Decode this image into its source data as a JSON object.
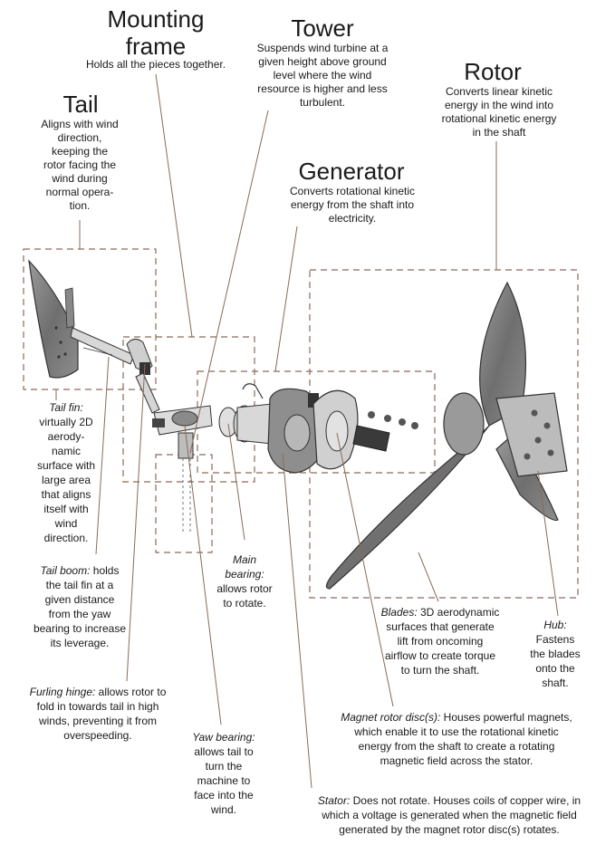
{
  "components": {
    "mounting_frame": {
      "title_line1": "Mounting",
      "title_line2": "frame",
      "desc": "Holds all the pieces together."
    },
    "tower": {
      "title": "Tower",
      "desc_lines": [
        "Suspends wind turbine at a",
        "given height above ground",
        "level where the wind",
        "resource is higher and less",
        "turbulent."
      ]
    },
    "rotor": {
      "title": "Rotor",
      "desc_lines": [
        "Converts linear kinetic",
        "energy in the wind into",
        "rotational kinetic energy",
        "in the shaft"
      ]
    },
    "tail": {
      "title": "Tail",
      "desc_lines": [
        "Aligns with wind",
        "direction,",
        "keeping the",
        "rotor facing the",
        "wind during",
        "normal opera-",
        "tion."
      ]
    },
    "generator": {
      "title": "Generator",
      "desc_lines": [
        "Converts rotational kinetic",
        "energy from the shaft into",
        "electricity."
      ]
    }
  },
  "callouts": {
    "tail_fin": {
      "term": "Tail fin:",
      "lines": [
        "virtually 2D",
        "aerody-",
        "namic",
        "surface with",
        "large area",
        "that aligns",
        "itself with",
        "wind",
        "direction."
      ]
    },
    "tail_boom": {
      "term": "Tail boom:",
      "first": " holds",
      "lines": [
        "the tail fin at a",
        "given distance",
        "from the yaw",
        "bearing to increase",
        "its leverage."
      ]
    },
    "main_bearing": {
      "term_line1": "Main",
      "term_line2": "bearing:",
      "lines": [
        "allows rotor",
        "to rotate."
      ]
    },
    "blades": {
      "term": "Blades:",
      "first": " 3D aerodynamic",
      "lines": [
        "surfaces that generate",
        "lift from oncoming",
        "airflow to create torque",
        "to turn the shaft."
      ]
    },
    "hub": {
      "term": "Hub:",
      "lines": [
        "Fastens",
        "the blades",
        "onto the",
        "shaft."
      ]
    },
    "furling_hinge": {
      "term": "Furling hinge:",
      "first": " allows rotor to",
      "lines": [
        "fold in towards tail in high",
        "winds, preventing it from",
        "overspeeding."
      ]
    },
    "magnet_rotor": {
      "term": "Magnet rotor disc(s):",
      "first": " Houses powerful magnets,",
      "lines": [
        "which enable it to use the rotational kinetic",
        "energy from the shaft to create a rotating",
        "magnetic field across the stator."
      ]
    },
    "yaw_bearing": {
      "term": "Yaw bearing:",
      "lines": [
        "allows tail to",
        "turn the",
        "machine to",
        "face into the",
        "wind."
      ]
    },
    "stator": {
      "term": "Stator:",
      "first": " Does not rotate.  Houses coils of copper wire, in",
      "lines": [
        "which a voltage is generated when the magnetic field",
        "generated by the magnet rotor disc(s) rotates."
      ]
    }
  },
  "colors": {
    "leader": "#8a6a5a",
    "box": "#8a6a5a",
    "part_gray": "#7d7d7d",
    "part_dark": "#333333"
  }
}
